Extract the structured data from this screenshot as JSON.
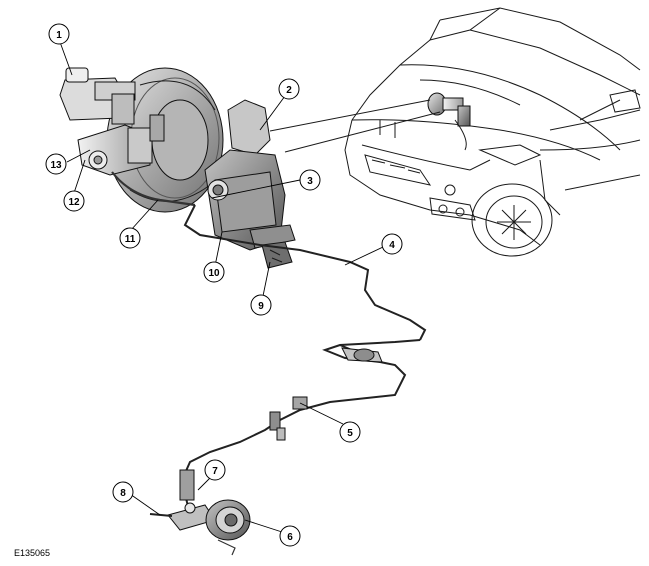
{
  "figure_id": "E135065",
  "callouts": [
    {
      "id": "callout-1",
      "label": "1"
    },
    {
      "id": "callout-2",
      "label": "2"
    },
    {
      "id": "callout-3",
      "label": "3"
    },
    {
      "id": "callout-4",
      "label": "4"
    },
    {
      "id": "callout-5",
      "label": "5"
    },
    {
      "id": "callout-6",
      "label": "6"
    },
    {
      "id": "callout-7",
      "label": "7"
    },
    {
      "id": "callout-8",
      "label": "8"
    },
    {
      "id": "callout-9",
      "label": "9"
    },
    {
      "id": "callout-10",
      "label": "10"
    },
    {
      "id": "callout-11",
      "label": "11"
    },
    {
      "id": "callout-12",
      "label": "12"
    },
    {
      "id": "callout-13",
      "label": "13"
    }
  ],
  "colors": {
    "line": "#1a1a1a",
    "part_fill_light": "#d9d9d9",
    "part_fill_mid": "#b3b3b3",
    "part_fill_dark": "#7a7a7a",
    "background": "#ffffff"
  }
}
